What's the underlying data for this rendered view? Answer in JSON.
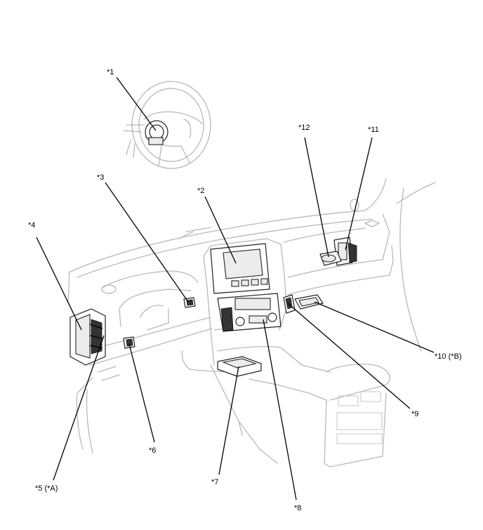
{
  "callouts": [
    {
      "id": "c1",
      "text": "*1"
    },
    {
      "id": "c2",
      "text": "*2"
    },
    {
      "id": "c3",
      "text": "*3"
    },
    {
      "id": "c4",
      "text": "*4"
    },
    {
      "id": "c5",
      "text": "*5 (*A)"
    },
    {
      "id": "c6",
      "text": "*6"
    },
    {
      "id": "c7",
      "text": "*7"
    },
    {
      "id": "c8",
      "text": "*8"
    },
    {
      "id": "c9",
      "text": "*9"
    },
    {
      "id": "c10",
      "text": "*10 (*B)"
    },
    {
      "id": "c11",
      "text": "*11"
    },
    {
      "id": "c12",
      "text": "*12"
    }
  ]
}
